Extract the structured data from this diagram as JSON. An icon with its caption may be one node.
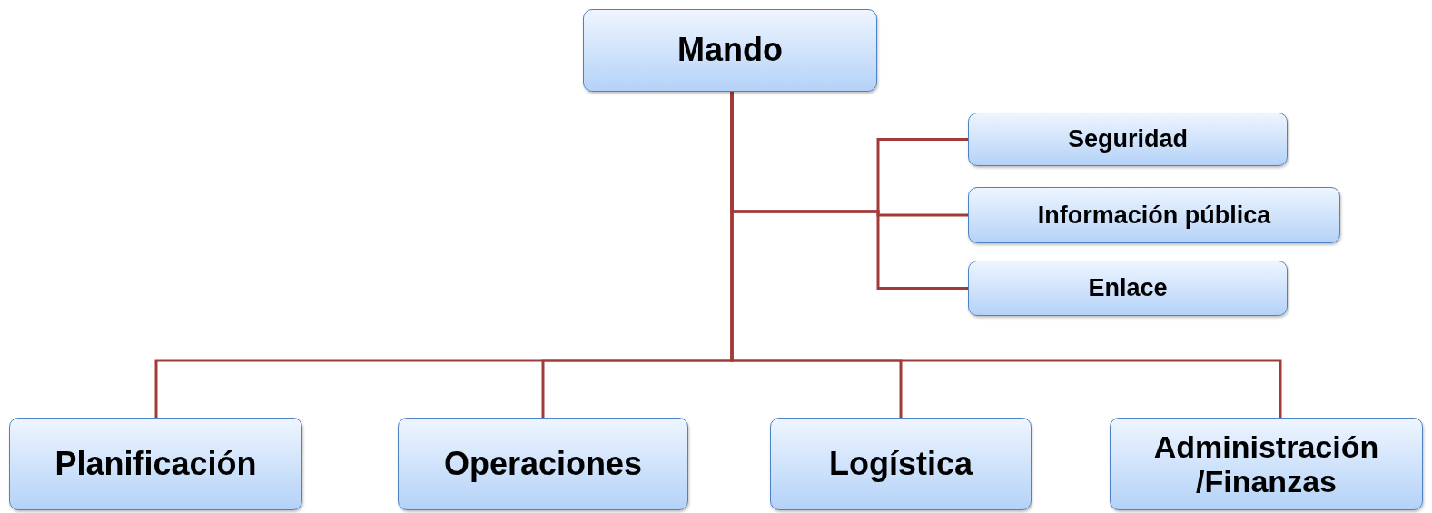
{
  "diagram": {
    "nodes": [
      {
        "text": [
          "Mando"
        ]
      },
      {
        "text": [
          "Seguridad"
        ]
      },
      {
        "text": [
          "Información pública"
        ]
      },
      {
        "text": [
          "Enlace"
        ]
      },
      {
        "text": [
          "Planificación"
        ]
      },
      {
        "text": [
          "Operaciones"
        ]
      },
      {
        "text": [
          "Logística"
        ]
      },
      {
        "text": [
          "Administración /Finanzas"
        ]
      }
    ],
    "edges": [
      {
        "from": 0,
        "to": 1,
        "arrow": "none"
      },
      {
        "from": 0,
        "to": 2,
        "arrow": "none"
      },
      {
        "from": 0,
        "to": 3,
        "arrow": "none"
      },
      {
        "from": 0,
        "to": 4,
        "arrow": "none"
      },
      {
        "from": 0,
        "to": 5,
        "arrow": "none"
      },
      {
        "from": 0,
        "to": 6,
        "arrow": "none"
      },
      {
        "from": 0,
        "to": 7,
        "arrow": "none"
      }
    ]
  }
}
